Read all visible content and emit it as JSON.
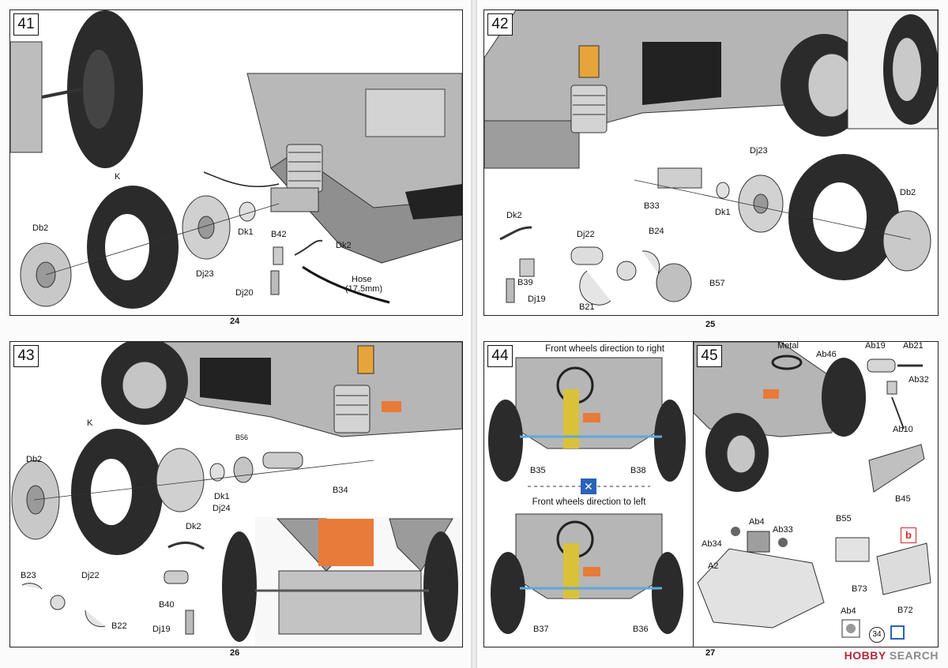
{
  "pages": [
    {
      "number": "24"
    },
    {
      "number": "25"
    },
    {
      "number": "26"
    },
    {
      "number": "27"
    }
  ],
  "steps": {
    "s41": {
      "number": "41",
      "labels": {
        "k": "K",
        "db2": "Db2",
        "dj23": "Dj23",
        "dk1": "Dk1",
        "b42": "B42",
        "dk2": "Dk2",
        "dj20": "Dj20",
        "hose": "Hose",
        "hose_size": "(17.5mm)"
      }
    },
    "s42": {
      "number": "42",
      "labels": {
        "dj23": "Dj23",
        "db2": "Db2",
        "b33": "B33",
        "dk1": "Dk1",
        "dk2": "Dk2",
        "dj22": "Dj22",
        "b24": "B24",
        "b39": "B39",
        "dj19": "Dj19",
        "b57": "B57",
        "b21": "B21"
      }
    },
    "s43": {
      "number": "43",
      "labels": {
        "k": "K",
        "db2": "Db2",
        "b56": "B56",
        "dk1": "Dk1",
        "dj24": "Dj24",
        "b34": "B34",
        "dk2": "Dk2",
        "b23": "B23",
        "dj22": "Dj22",
        "b22": "B22",
        "b40": "B40",
        "dj19": "Dj19"
      }
    },
    "s44": {
      "number": "44",
      "caption_right": "Front wheels direction to right",
      "caption_left": "Front wheels direction to left",
      "labels": {
        "b35": "B35",
        "b38": "B38",
        "b37": "B37",
        "b36": "B36"
      }
    },
    "s45": {
      "number": "45",
      "labels": {
        "metal": "Metal",
        "ab46": "Ab46",
        "ab19": "Ab19",
        "ab21": "Ab21",
        "ab32": "Ab32",
        "ab10": "Ab10",
        "b45": "B45",
        "ab4": "Ab4",
        "ab34": "Ab34",
        "ab33": "Ab33",
        "a2": "A2",
        "b55": "B55",
        "b": "b",
        "b73": "B73",
        "b72": "B72",
        "ab4_small": "Ab4",
        "ref34": "34"
      }
    }
  },
  "watermark": {
    "logo": "HOBBY",
    "text": "SEARCH"
  },
  "colors": {
    "panel_border": "#222222",
    "tire": "#2b2b2b",
    "hull": "#a9a9a9",
    "accent_orange": "#e87a3a",
    "badge_red": "#d12a2a",
    "flip_icon_blue": "#2a62b8"
  }
}
